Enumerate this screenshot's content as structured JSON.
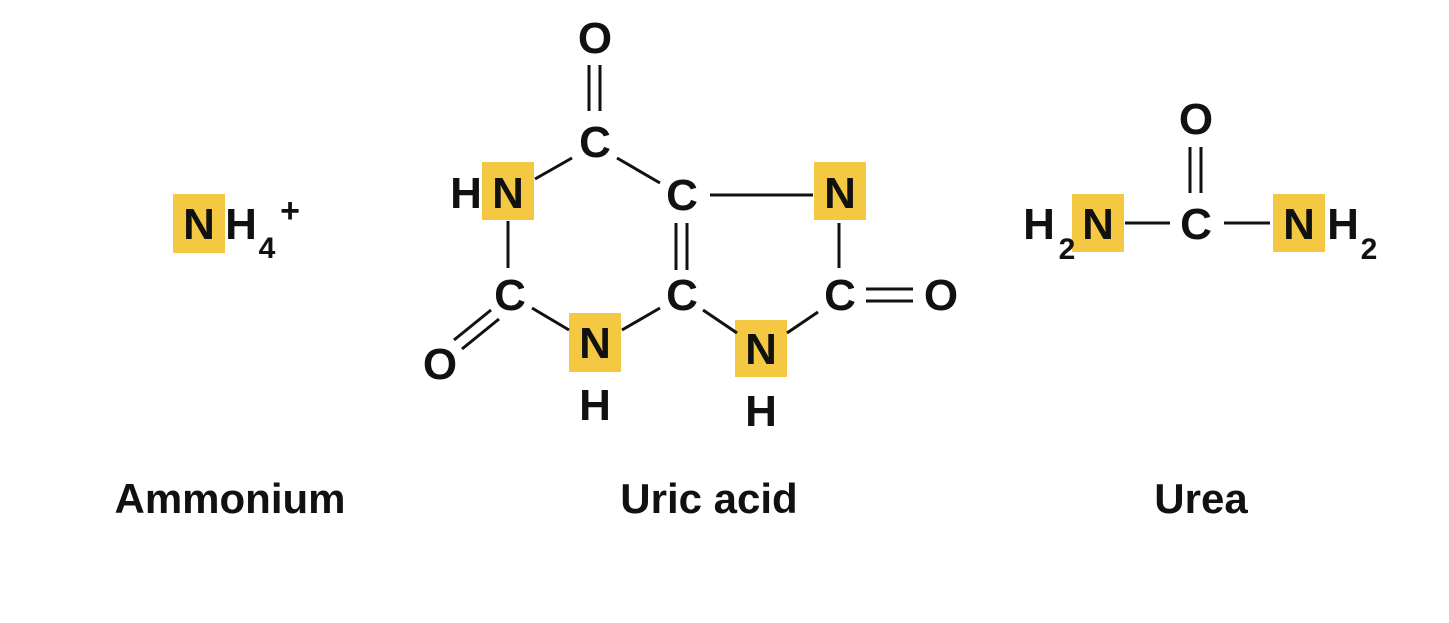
{
  "colors": {
    "highlight": "#F4C842",
    "text": "#111111",
    "background": "#ffffff"
  },
  "molecules": [
    {
      "name": "Ammonium",
      "formula": "NH4+",
      "atoms": {
        "n": "N",
        "h": "H",
        "h_count": "4",
        "charge": "+"
      }
    },
    {
      "name": "Uric acid",
      "atoms": {
        "o_top": "O",
        "c_top": "C",
        "hn_h": "H",
        "hn_n": "N",
        "c_upper_mid": "C",
        "n_upper_right": "N",
        "c_left": "C",
        "o_left": "O",
        "n_bottom_left": "N",
        "h_bottom_left": "H",
        "c_lower_mid": "C",
        "n_bottom_right": "N",
        "h_bottom_right": "H",
        "c_right": "C",
        "o_right": "O"
      }
    },
    {
      "name": "Urea",
      "atoms": {
        "o_top": "O",
        "h_left": "H",
        "h_left_count": "2",
        "n_left": "N",
        "c_center": "C",
        "n_right": "N",
        "h_right": "H",
        "h_right_count": "2"
      }
    }
  ]
}
